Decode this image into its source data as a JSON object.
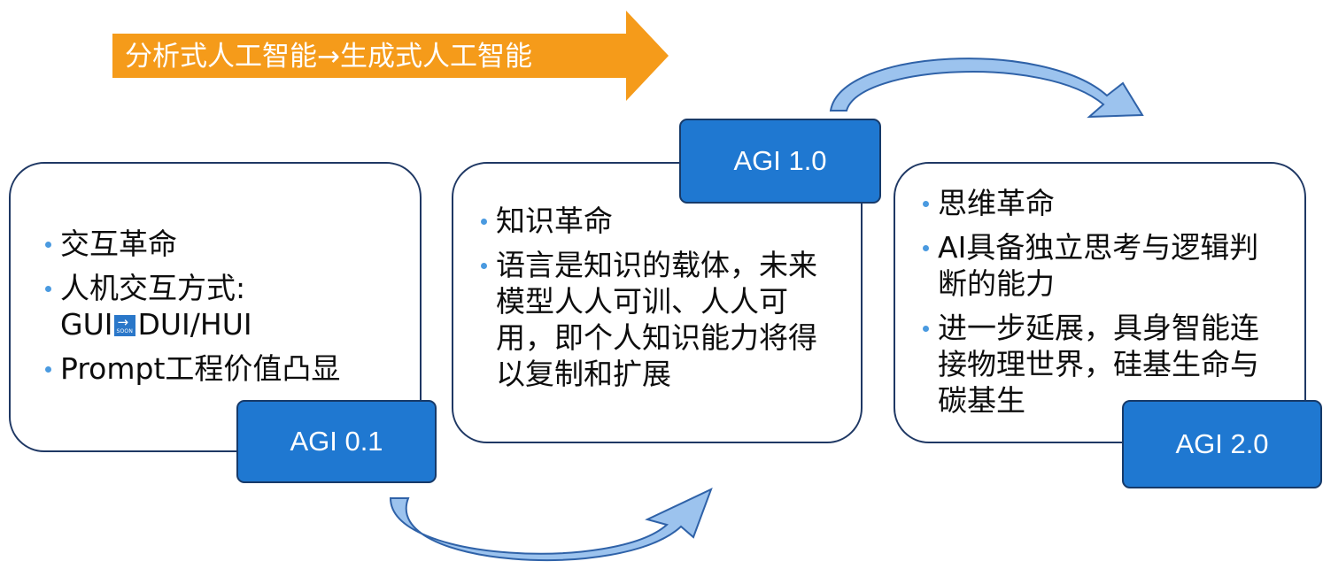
{
  "banner": {
    "text": "分析式人工智能→生成式人工智能",
    "color": "#f59b1a"
  },
  "stages": [
    {
      "badge": "AGI 0.1",
      "bullets": [
        "交互革命",
        "人机交互方式:",
        "Prompt工程价值凸显"
      ],
      "interaction_line2_left": "GUI",
      "interaction_line2_right": "DUI/HUI",
      "soon_icon_text": "SOON"
    },
    {
      "badge": "AGI 1.0",
      "bullets": [
        "知识革命",
        "语言是知识的载体，未来模型人人可训、人人可用，即个人知识能力将得以复制和扩展"
      ]
    },
    {
      "badge": "AGI 2.0",
      "bullets": [
        "思维革命",
        "AI具备独立思考与逻辑判断的能力",
        "进一步延展，具身智能连接物理世界，硅基生命与碳基生"
      ]
    }
  ],
  "colors": {
    "badge_fill": "#1f78d1",
    "card_border": "#1f3864",
    "arrow_fill": "#9cc3ee",
    "arrow_stroke": "#2f62a8",
    "bullet": "#4a9ae0"
  }
}
